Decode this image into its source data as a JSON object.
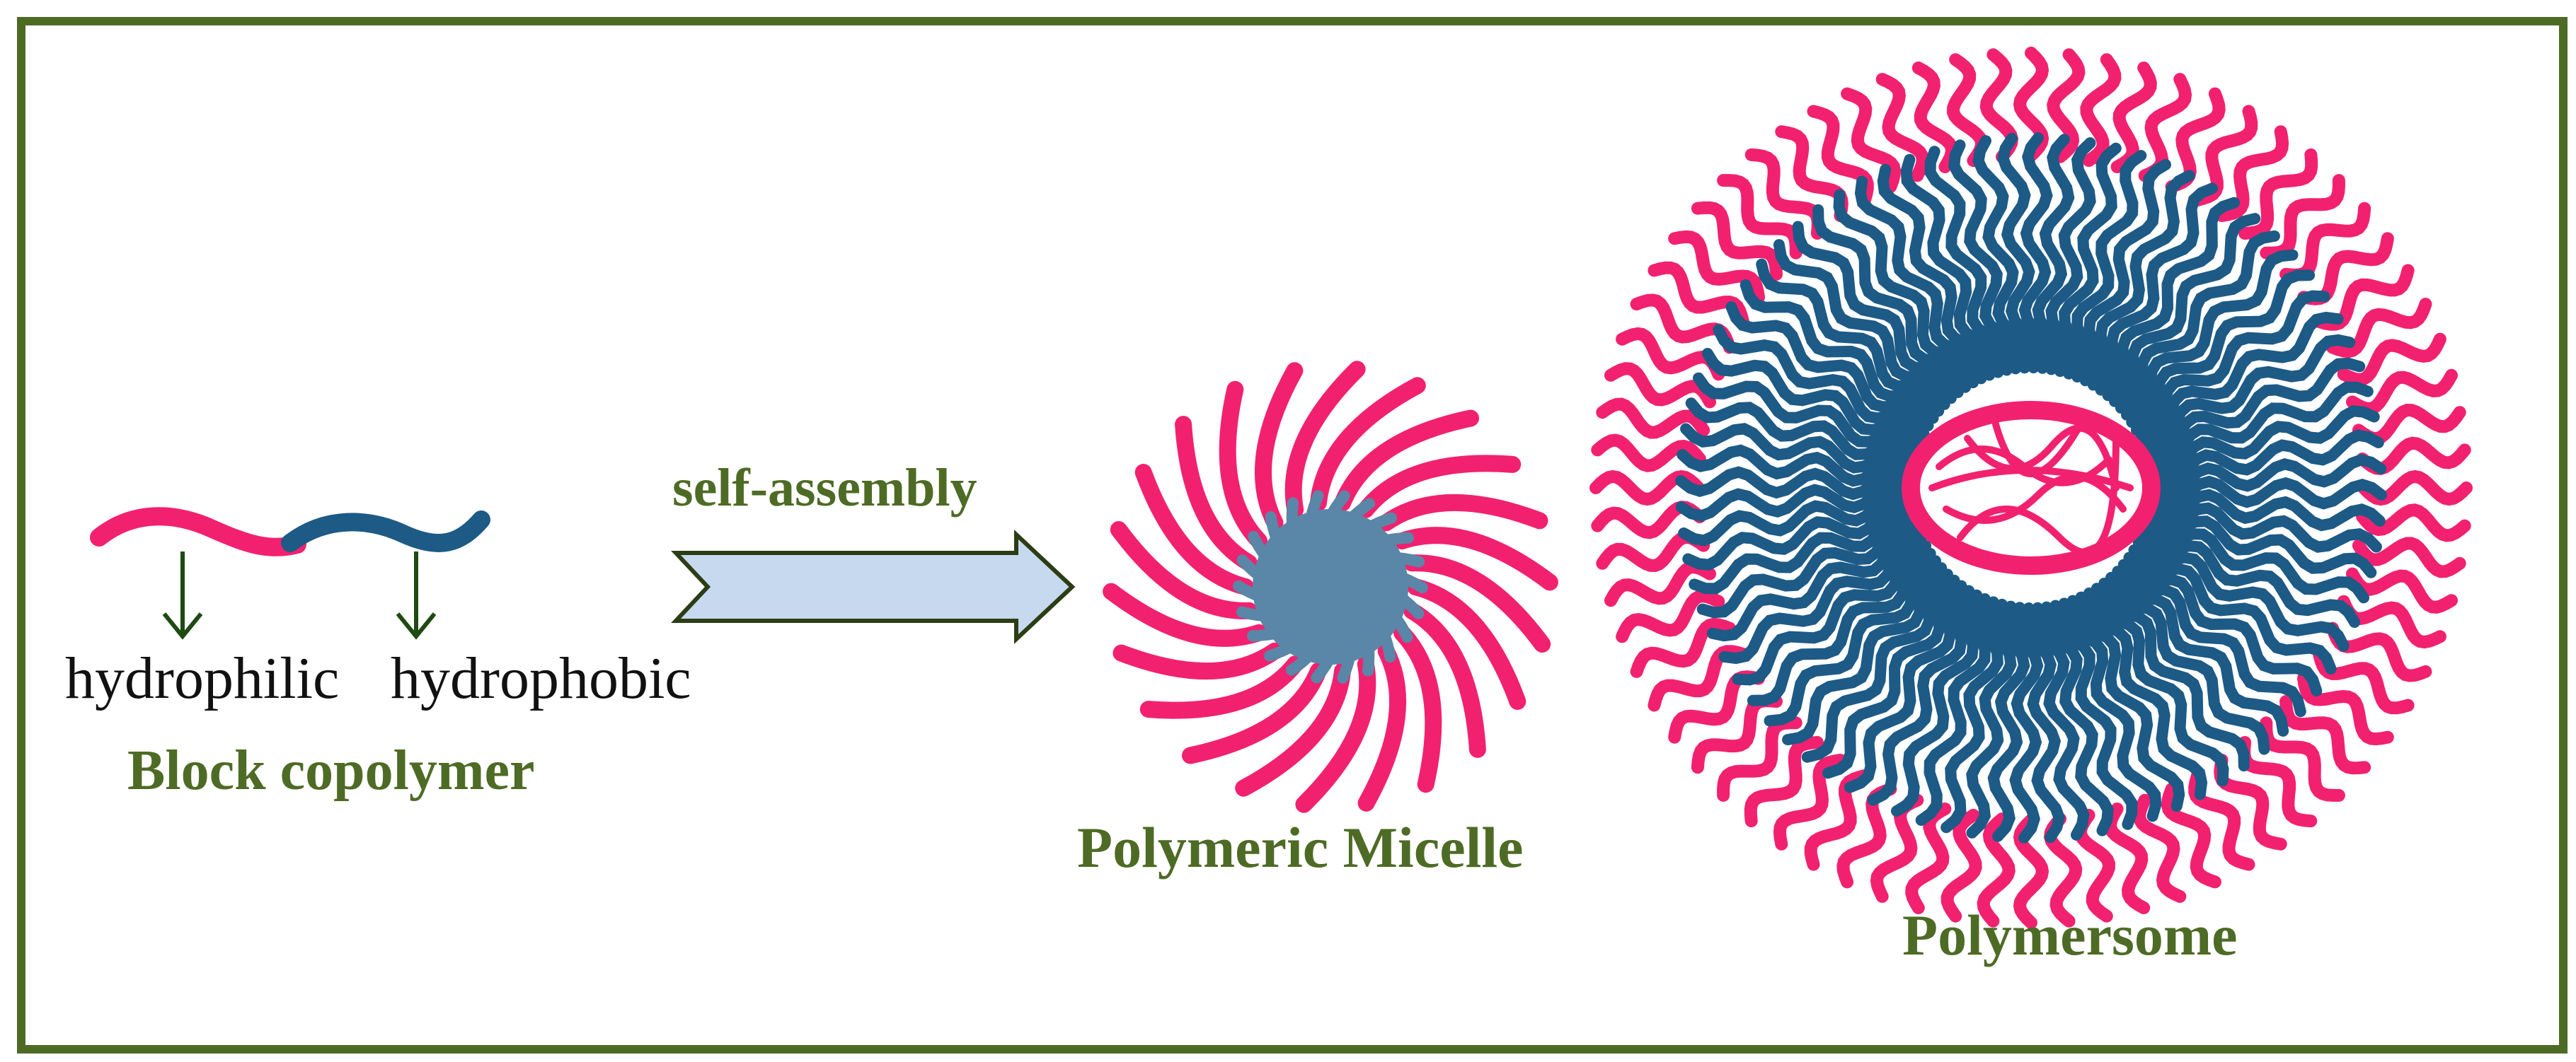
{
  "labels": {
    "hydrophilic": "hydrophilic",
    "hydrophobic": "hydrophobic",
    "block_copolymer": "Block copolymer",
    "self_assembly": "self-assembly",
    "polymeric_micelle": "Polymeric Micelle",
    "polymersome": "Polymersome"
  },
  "colors": {
    "frame": "#4e6b25",
    "label_green": "#4e6b25",
    "hydrophilic_pink": "#f2216f",
    "hydrophobic_blue": "#1d5a86",
    "micelle_core": "#5a86a8",
    "arrow_fill": "#c6d9ef",
    "arrow_stroke": "#2b3d14",
    "text_black": "#111111"
  }
}
